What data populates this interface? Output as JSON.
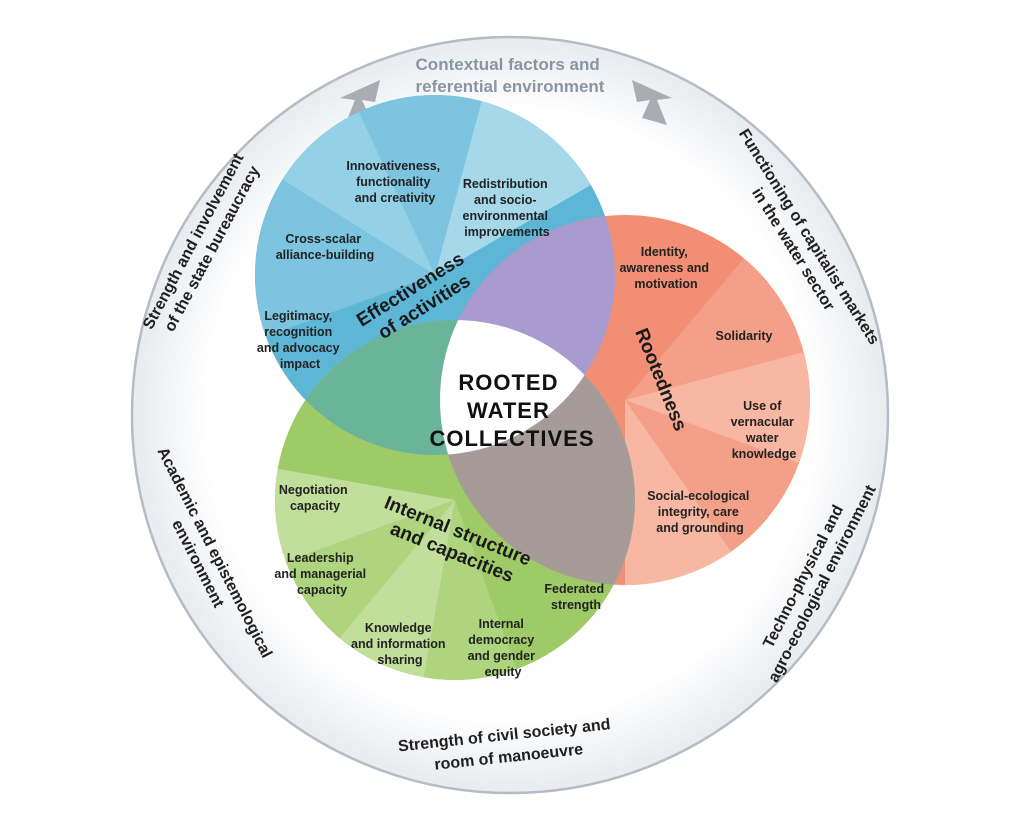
{
  "center": {
    "lines": [
      "ROOTED",
      "WATER",
      "COLLECTIVES"
    ]
  },
  "context": {
    "lines": [
      "Contextual factors and",
      "referential environment"
    ]
  },
  "outer_labels": {
    "left_top": {
      "lines": [
        "Strength and involvement",
        "of the state bureaucracy"
      ]
    },
    "right_top": {
      "lines": [
        "Functioning of capitalist markets",
        "in the water sector"
      ]
    },
    "left_bottom": {
      "lines": [
        "Academic and epistemological",
        "environment"
      ]
    },
    "right_bottom": {
      "lines": [
        "Techno-physical and",
        "agro-ecological environment"
      ]
    },
    "bottom": {
      "lines": [
        "Strength of civil society and",
        "room of manoeuvre"
      ]
    }
  },
  "circles": {
    "effectiveness": {
      "title_lines": [
        "Effectiveness",
        "of activities"
      ],
      "segments": [
        {
          "lines": [
            "Innovativeness,",
            "functionality",
            "and creativity"
          ]
        },
        {
          "lines": [
            "Redistribution",
            "and socio-",
            "environmental",
            "improvements"
          ]
        },
        {
          "lines": [
            "Cross-scalar",
            "alliance-building"
          ]
        },
        {
          "lines": [
            "Legitimacy,",
            "recognition",
            "and advocacy",
            "impact"
          ]
        }
      ]
    },
    "rootedness": {
      "title_lines": [
        "Rootedness"
      ],
      "segments": [
        {
          "lines": [
            "Identity,",
            "awareness and",
            "motivation"
          ]
        },
        {
          "lines": [
            "Solidarity"
          ]
        },
        {
          "lines": [
            "Use of",
            "vernacular",
            "water",
            "knowledge"
          ]
        },
        {
          "lines": [
            "Social-ecological",
            "integrity, care",
            "and grounding"
          ]
        }
      ]
    },
    "internal": {
      "title_lines": [
        "Internal structure",
        "and capacities"
      ],
      "segments": [
        {
          "lines": [
            "Negotiation",
            "capacity"
          ]
        },
        {
          "lines": [
            "Leadership",
            "and managerial",
            "capacity"
          ]
        },
        {
          "lines": [
            "Knowledge",
            "and information",
            "sharing"
          ]
        },
        {
          "lines": [
            "Internal",
            "democracy",
            "and gender",
            "equity"
          ]
        },
        {
          "lines": [
            "Federated",
            "strength"
          ]
        }
      ]
    }
  },
  "colors": {
    "blue": "#5db6d6",
    "salmon": "#f28e74",
    "green": "#9fca68",
    "overlap_blue_salmon": "#a99bd0",
    "overlap_blue_green": "#6ab59a",
    "overlap_salmon_green": "#a79b98",
    "ring": "#f1f3f6",
    "ring_border": "#b5bcc6",
    "arrow": "#a8adb3"
  }
}
